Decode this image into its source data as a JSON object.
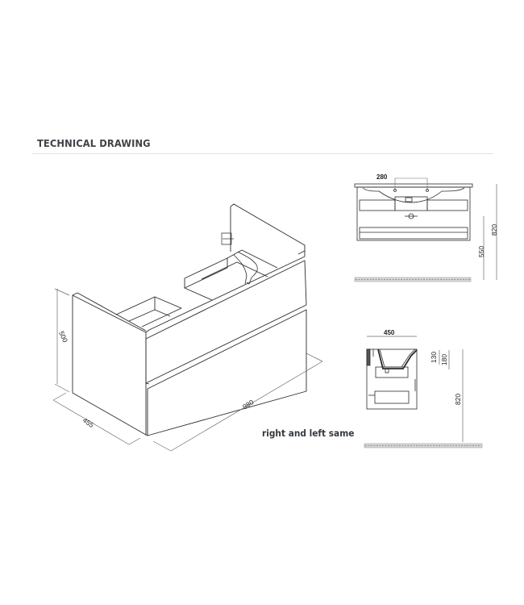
{
  "header": {
    "title": "TECHNICAL DRAWING"
  },
  "caption": "right and left same",
  "isometric_view": {
    "dimensions": {
      "height": "500",
      "depth": "455",
      "width": "980"
    }
  },
  "front_view": {
    "dimensions": {
      "tap_spacing": "280",
      "cabinet_bottom_height": "550",
      "cabinet_top_height": "820"
    }
  },
  "side_view": {
    "dimensions": {
      "depth": "450",
      "basin_depth_inner": "130",
      "basin_depth_outer": "180",
      "top_height": "820"
    }
  },
  "colors": {
    "heading": "#3f4449",
    "divider": "#dfe3e5",
    "line": "#2b2b2b",
    "dim_line": "#6b6b6b",
    "floor_hatch": "#9a9a9a"
  }
}
